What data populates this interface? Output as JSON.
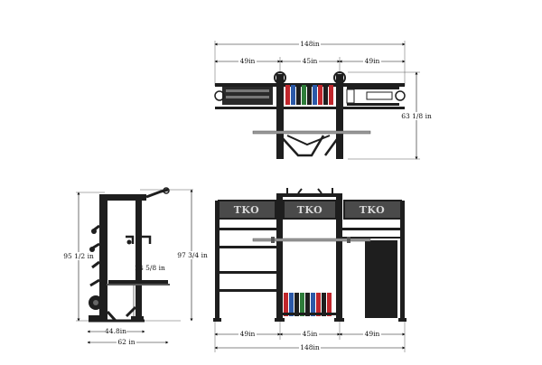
{
  "top_view": {
    "overall_width": "148in",
    "left_bay": "49in",
    "center_bay": "45in",
    "right_bay": "49in",
    "depth": "63 1/8 in"
  },
  "front_view": {
    "logo_left": "TKO",
    "logo_center": "TKO",
    "logo_right": "TKO",
    "left_bay": "49in",
    "center_bay": "45in",
    "right_bay": "49in",
    "overall_width": "148in"
  },
  "side_view": {
    "height_left": "95 1/2 in",
    "height_right": "97 3/4 in",
    "bench_height": "24 5/8 in",
    "base_depth": "44.8in",
    "overall_depth": "62 in"
  },
  "colors": {
    "frame": "#1e1e1e",
    "plate_red": "#c0262c",
    "plate_blue": "#2b59a8",
    "plate_green": "#2e7d3a",
    "banner": "#4a4a4a"
  }
}
